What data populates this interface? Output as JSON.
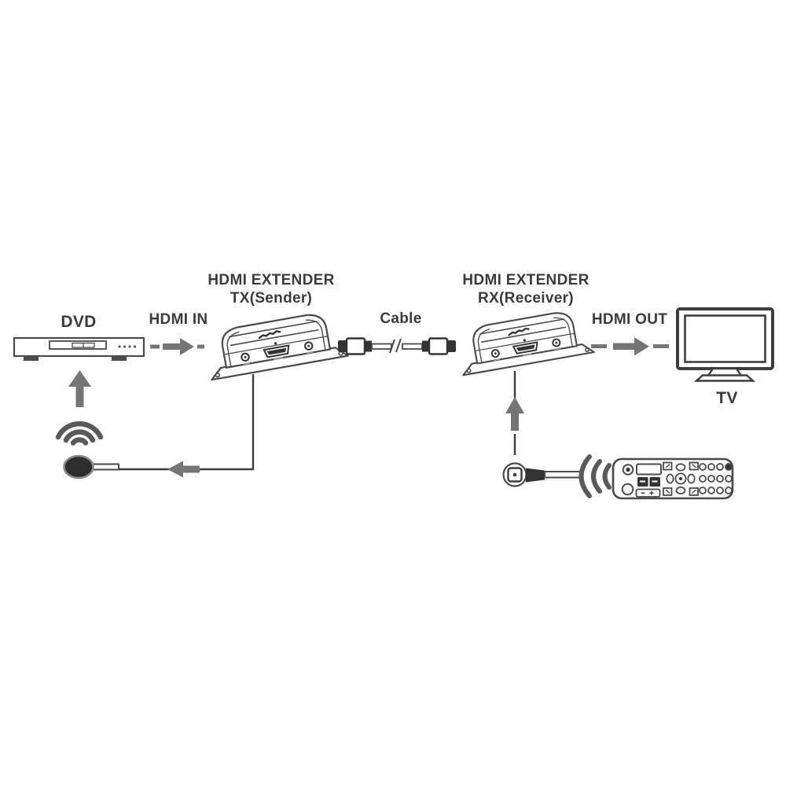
{
  "diagram": {
    "type": "connection-diagram",
    "description": "HDMI extender over cable with IR remote pass-back",
    "labels": {
      "source_device": "DVD",
      "hdmi_in": "HDMI IN",
      "tx_title_line1": "HDMI EXTENDER",
      "tx_title_line2": "TX(Sender)",
      "cable": "Cable",
      "rx_title_line1": "HDMI EXTENDER",
      "rx_title_line2": "RX(Receiver)",
      "hdmi_out": "HDMI OUT",
      "display_device": "TV"
    },
    "colors": {
      "background": "#ffffff",
      "text": "#3b3b3b",
      "outline": "#4a4a4a",
      "line": "#3d3d3d",
      "arrow": "#757575",
      "wave": "#5a5a5a",
      "dark_fill": "#333333"
    },
    "icons": [
      {
        "name": "dvd-player-icon",
        "meaning": "DVD player source device"
      },
      {
        "name": "tx-extender-icon",
        "meaning": "HDMI extender transmitter unit with HDMI port and jacks"
      },
      {
        "name": "cable-icon",
        "meaning": "extension cable with two connectors and length break"
      },
      {
        "name": "rx-extender-icon",
        "meaning": "HDMI extender receiver unit with HDMI port and jacks"
      },
      {
        "name": "tv-icon",
        "meaning": "television display"
      },
      {
        "name": "ir-receiver-icon",
        "meaning": "IR receiver eye wired to TX unit"
      },
      {
        "name": "ir-signal-up-icon",
        "meaning": "infrared signal waves toward DVD"
      },
      {
        "name": "ir-emitter-icon",
        "meaning": "IR emitter wired to RX unit"
      },
      {
        "name": "ir-signal-left-icon",
        "meaning": "infrared signal waves from remote"
      },
      {
        "name": "remote-control-icon",
        "meaning": "handheld remote control"
      },
      {
        "name": "hdmi-in-arrow",
        "meaning": "signal flow DVD to TX"
      },
      {
        "name": "hdmi-out-arrow",
        "meaning": "signal flow RX to TV"
      },
      {
        "name": "ir-to-dvd-arrow",
        "meaning": "IR signal flow toward DVD"
      },
      {
        "name": "ir-to-rx-arrow",
        "meaning": "IR signal flow toward RX"
      },
      {
        "name": "ir-wire-left-arrow",
        "meaning": "IR wire flow from TX to IR receiver"
      }
    ],
    "connections": [
      {
        "from": "DVD",
        "to": "HDMI EXTENDER TX(Sender)",
        "via": "HDMI IN"
      },
      {
        "from": "HDMI EXTENDER TX(Sender)",
        "to": "HDMI EXTENDER RX(Receiver)",
        "via": "Cable"
      },
      {
        "from": "HDMI EXTENDER RX(Receiver)",
        "to": "TV",
        "via": "HDMI OUT"
      },
      {
        "from": "Remote control",
        "to": "IR emitter",
        "via": "infrared signal"
      },
      {
        "from": "IR emitter",
        "to": "HDMI EXTENDER RX(Receiver)",
        "via": "wire"
      },
      {
        "from": "HDMI EXTENDER TX(Sender)",
        "to": "IR receiver",
        "via": "wire"
      },
      {
        "from": "IR receiver",
        "to": "DVD",
        "via": "infrared signal"
      }
    ]
  }
}
